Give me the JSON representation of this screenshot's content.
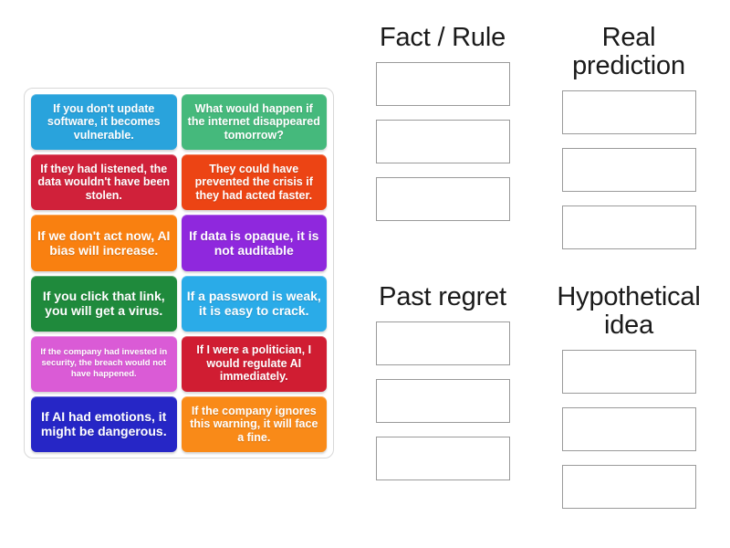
{
  "activity": {
    "type": "group-sort",
    "card_tray": {
      "name": "draggable-cards",
      "cards": [
        {
          "text": "If you don't update software, it becomes vulnerable.",
          "color": "#29a3dc",
          "size": "normal"
        },
        {
          "text": "What would happen if the internet disappeared tomorrow?",
          "color": "#45b97c",
          "size": "normal"
        },
        {
          "text": "If they had listened, the data wouldn't have been stolen.",
          "color": "#d0213a",
          "size": "normal"
        },
        {
          "text": "They could have prevented the crisis if they had acted faster.",
          "color": "#ec4414",
          "size": "normal"
        },
        {
          "text": "If we don't act now, AI bias will increase.",
          "color": "#f98010",
          "size": "large"
        },
        {
          "text": "If data is opaque, it is not auditable",
          "color": "#8f28dd",
          "size": "large"
        },
        {
          "text": "If you click that link, you will get a virus.",
          "color": "#1f8a3c",
          "size": "large"
        },
        {
          "text": "If a password is weak, it is easy to crack.",
          "color": "#2aabe8",
          "size": "large"
        },
        {
          "text": "If the company had invested in security, the breach would not have happened.",
          "color": "#da5bd6",
          "size": "small"
        },
        {
          "text": "If I were a politician, I would regulate AI immediately.",
          "color": "#d01d32",
          "size": "normal"
        },
        {
          "text": "If AI had emotions, it might be dangerous.",
          "color": "#2626c6",
          "size": "large"
        },
        {
          "text": "If the company ignores this warning, it will face a fine.",
          "color": "#f98a18",
          "size": "normal"
        }
      ]
    },
    "groups": [
      {
        "title": "Fact / Rule",
        "slots": [
          "",
          "",
          ""
        ]
      },
      {
        "title": "Real\nprediction",
        "slots": [
          "",
          "",
          ""
        ]
      },
      {
        "title": "Past regret",
        "slots": [
          "",
          "",
          ""
        ]
      },
      {
        "title": "Hypothetical\nidea",
        "slots": [
          "",
          "",
          ""
        ]
      }
    ]
  }
}
